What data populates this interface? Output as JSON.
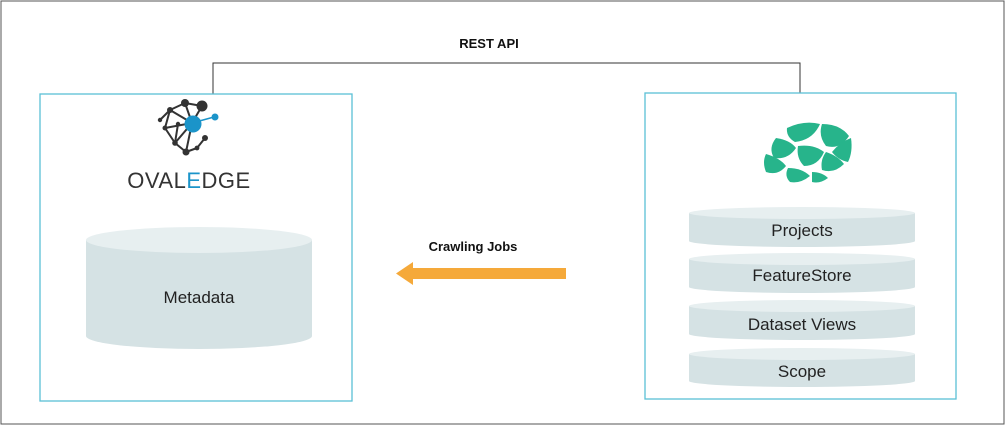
{
  "connection": {
    "label": "REST API"
  },
  "flow": {
    "label": "Crawling Jobs"
  },
  "left": {
    "logo_text": {
      "part1": "OVAL",
      "part2": "E",
      "part3": "DGE"
    },
    "database": {
      "label": "Metadata"
    }
  },
  "right": {
    "logo": "hopsworks-hop-icon",
    "stack": [
      {
        "label": "Projects"
      },
      {
        "label": "FeatureStore"
      },
      {
        "label": "Dataset Views"
      },
      {
        "label": "Scope"
      }
    ]
  },
  "colors": {
    "box_border": "#5bc0d6",
    "cylinder_fill": "#d5e2e4",
    "cylinder_top": "#e7eff0",
    "arrow": "#f5a93a",
    "logo_blue": "#1b94c9",
    "logo_dark": "#333333",
    "hop_green": "#27b48b"
  }
}
